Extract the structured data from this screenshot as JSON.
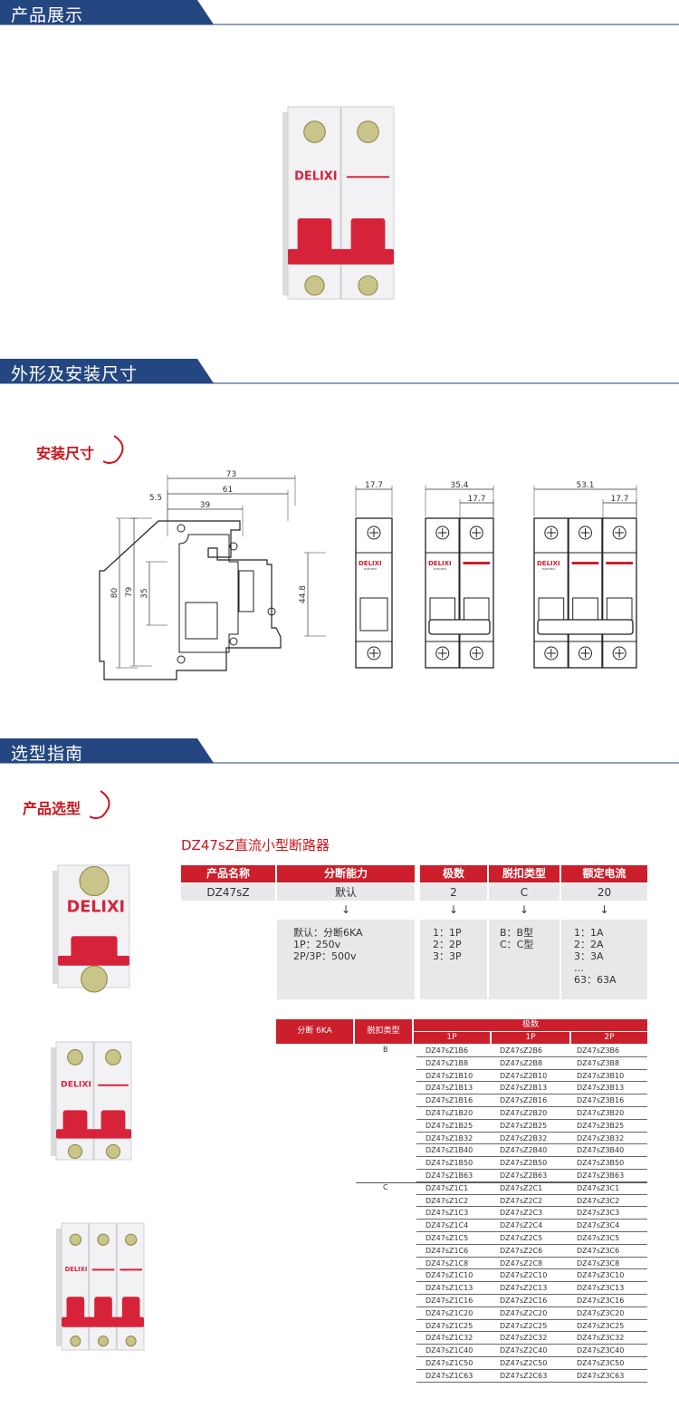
{
  "sections": {
    "display": "产品展示",
    "dimensions": "外形及安装尺寸",
    "selection": "选型指南"
  },
  "subheadings": {
    "install": "安装尺寸",
    "select": "产品选型"
  },
  "brand": {
    "logo": "DELIXI",
    "sub": "ELECTRIC"
  },
  "dims": {
    "side": [
      "73",
      "61",
      "5.5",
      "39",
      "80",
      "79",
      "35",
      "44.8"
    ],
    "p1": "17.7",
    "p2": [
      "35.4",
      "17.7"
    ],
    "p3": [
      "53.1",
      "17.7"
    ]
  },
  "colors": {
    "accent": "#cc1f2b",
    "header": "#244681"
  },
  "product_title": "DZ47sZ直流小型断路器",
  "selector": {
    "headers": [
      "产品名称",
      "分断能力",
      "极数",
      "脱扣类型",
      "额定电流"
    ],
    "values": [
      "DZ47sZ",
      "默认",
      "2",
      "C",
      "20"
    ],
    "arrow": "↓",
    "options": {
      "capacity": [
        "默认：分断6KA",
        "1P：250v",
        "2P/3P：500v"
      ],
      "poles": [
        "1：1P",
        "2：2P",
        "3：3P"
      ],
      "trip": [
        "B：B型",
        "C：C型"
      ],
      "current": [
        "1：1A",
        "2：2A",
        "3：3A",
        "…",
        "63：63A"
      ]
    }
  },
  "model_table": {
    "headers": {
      "capacity": "分断 6KA",
      "trip": "脱扣类型",
      "poles": "极数",
      "pole_cols": [
        "1P",
        "1P",
        "2P"
      ]
    },
    "groups": [
      {
        "trip": "B",
        "rows": [
          [
            "DZ47sZ1B6",
            "DZ47sZ2B6",
            "DZ47sZ3B6"
          ],
          [
            "DZ47sZ1B8",
            "DZ47sZ2B8",
            "DZ47sZ3B8"
          ],
          [
            "DZ47sZ1B10",
            "DZ47sZ2B10",
            "DZ47sZ3B10"
          ],
          [
            "DZ47sZ1B13",
            "DZ47sZ2B13",
            "DZ47sZ3B13"
          ],
          [
            "DZ47sZ1B16",
            "DZ47sZ2B16",
            "DZ47sZ3B16"
          ],
          [
            "DZ47sZ1B20",
            "DZ47sZ2B20",
            "DZ47sZ3B20"
          ],
          [
            "DZ47sZ1B25",
            "DZ47sZ2B25",
            "DZ47sZ3B25"
          ],
          [
            "DZ47sZ1B32",
            "DZ47sZ2B32",
            "DZ47sZ3B32"
          ],
          [
            "DZ47sZ1B40",
            "DZ47sZ2B40",
            "DZ47sZ3B40"
          ],
          [
            "DZ47sZ1B50",
            "DZ47sZ2B50",
            "DZ47sZ3B50"
          ],
          [
            "DZ47sZ1B63",
            "DZ47sZ2B63",
            "DZ47sZ3B63"
          ]
        ]
      },
      {
        "trip": "C",
        "rows": [
          [
            "DZ47sZ1C1",
            "DZ47sZ2C1",
            "DZ47sZ3C1"
          ],
          [
            "DZ47sZ1C2",
            "DZ47sZ2C2",
            "DZ47sZ3C2"
          ],
          [
            "DZ47sZ1C3",
            "DZ47sZ2C3",
            "DZ47sZ3C3"
          ],
          [
            "DZ47sZ1C4",
            "DZ47sZ2C4",
            "DZ47sZ3C4"
          ],
          [
            "DZ47sZ1C5",
            "DZ47sZ2C5",
            "DZ47sZ3C5"
          ],
          [
            "DZ47sZ1C6",
            "DZ47sZ2C6",
            "DZ47sZ3C6"
          ],
          [
            "DZ47sZ1C8",
            "DZ47sZ2C8",
            "DZ47sZ3C8"
          ],
          [
            "DZ47sZ1C10",
            "DZ47sZ2C10",
            "DZ47sZ3C10"
          ],
          [
            "DZ47sZ1C13",
            "DZ47sZ2C13",
            "DZ47sZ3C13"
          ],
          [
            "DZ47sZ1C16",
            "DZ47sZ2C16",
            "DZ47sZ3C16"
          ],
          [
            "DZ47sZ1C20",
            "DZ47sZ2C20",
            "DZ47sZ3C20"
          ],
          [
            "DZ47sZ1C25",
            "DZ47sZ2C25",
            "DZ47sZ3C25"
          ],
          [
            "DZ47sZ1C32",
            "DZ47sZ2C32",
            "DZ47sZ3C32"
          ],
          [
            "DZ47sZ1C40",
            "DZ47sZ2C40",
            "DZ47sZ3C40"
          ],
          [
            "DZ47sZ1C50",
            "DZ47sZ2C50",
            "DZ47sZ3C50"
          ],
          [
            "DZ47sZ1C63",
            "DZ47sZ2C63",
            "DZ47sZ3C63"
          ]
        ]
      }
    ]
  }
}
